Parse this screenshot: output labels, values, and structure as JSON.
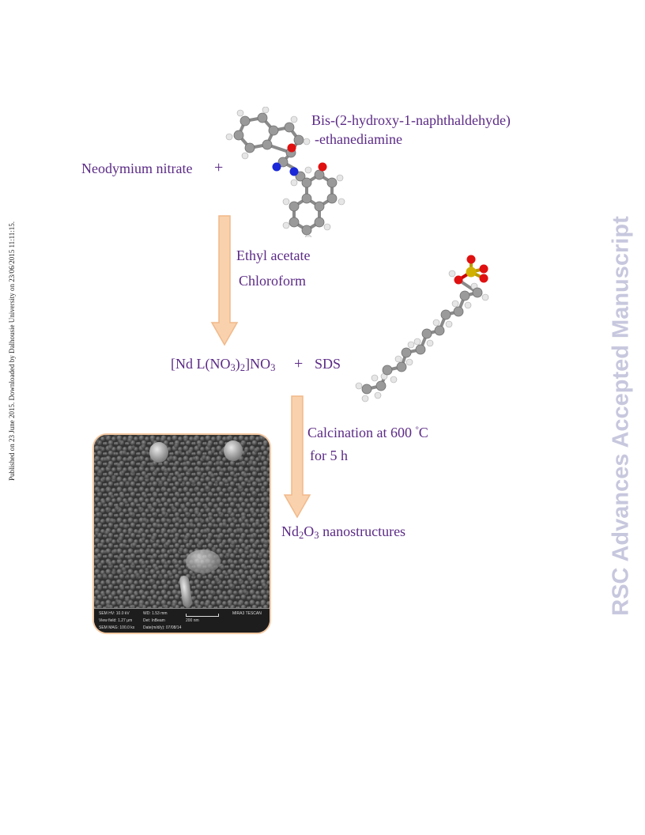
{
  "side_note_left": "Published on 23 June 2015. Downloaded by Dalhousie University on 23/06/2015 11:11:15.",
  "watermark_right": "RSC Advances Accepted Manuscript",
  "reactants": {
    "ligand_name_line1": "Bis-(2-hydroxy-1-naphthaldehyde)",
    "ligand_name_line2": "-ethanediamine",
    "metal_salt": "Neodymium nitrate",
    "plus": "+"
  },
  "step1": {
    "solvent1": "Ethyl acetate",
    "solvent2": "Chloroform"
  },
  "complex": {
    "open": "[Nd L(NO",
    "sub1": "3",
    "mid": ")",
    "sub2": "2",
    "close": "]NO",
    "sub3": "3",
    "plus": "+",
    "surfactant": "SDS"
  },
  "step2": {
    "condition1_prefix": "Calcination at 600",
    "condition1_degree": "°",
    "condition1_unit": "C",
    "condition2": "for 5 h"
  },
  "product": {
    "nd": "Nd",
    "sub1": "2",
    "o": "O",
    "sub2": "3",
    "label": "nanostructures"
  },
  "sem_info": {
    "hv": "SEM HV: 10.0 kV",
    "wd": "WD: 1.53 mm",
    "brand": "MIRA3 TESCAN",
    "view": "View field: 1.27 μm",
    "det": "Det: InBeam",
    "scale": "200 nm",
    "mag": "SEM MAG: 100.0 kx",
    "date": "Date(m/d/y): 07/08/14"
  },
  "colors": {
    "text": "#5b2a86",
    "arrow_fill": "#f9d1ad",
    "arrow_stroke": "#f1b98a",
    "watermark": "#c7c7de",
    "carbon": "#9a9a9a",
    "hydrogen": "#e0e0e0",
    "oxygen": "#e01010",
    "nitrogen": "#1a28d8",
    "sulfur": "#d2b000"
  }
}
